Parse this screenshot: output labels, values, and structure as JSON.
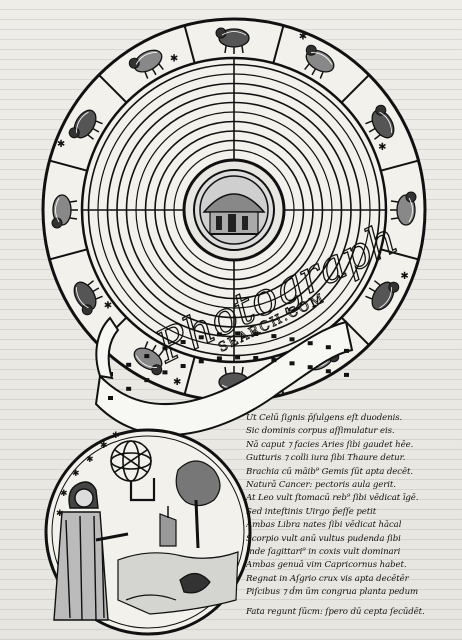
{
  "verses": [
    "Ut Celū ſignis p̄ſulgens eſt duodenis.",
    "Sic dominis corpus aſſimulatur eis.",
    "Nā caput ⁊ facies Aries ſibi gaudet hēe.",
    "Gutturis ⁊ colli iura ſibi Thaure detur.",
    "Brachia cū māib⁹ Gemis ſūt apta decēt.",
    "Naturā Cancer: pectoris aula gerit.",
    "At Leo vult ſtomacū reb⁹ ſibi vēdicat īgē.",
    "Sed inteſtinis Uirgo p̄eſſe petit",
    "Ambas Libra nates ſibi vēdicat hācal",
    "Scorpio vult anū vultus pudenda ſibi",
    "Inde ſagittari⁹ in coxis vult dominari",
    "Ambas genuā vim Capricornus habet.",
    "Regnat in Aſgrio crux vis apta decētēr",
    "Piſcibus ⁊ ḋm ūm congrua planta pedum"
  ],
  "closing_line": "Fata regunt ſūcm: ſpero dū cepta ſecūdēt.",
  "watermark": {
    "main": "Photograph",
    "sub": "SEARCH.COM"
  },
  "colors": {
    "ink": "#111111",
    "paper": "#ecebe6"
  }
}
